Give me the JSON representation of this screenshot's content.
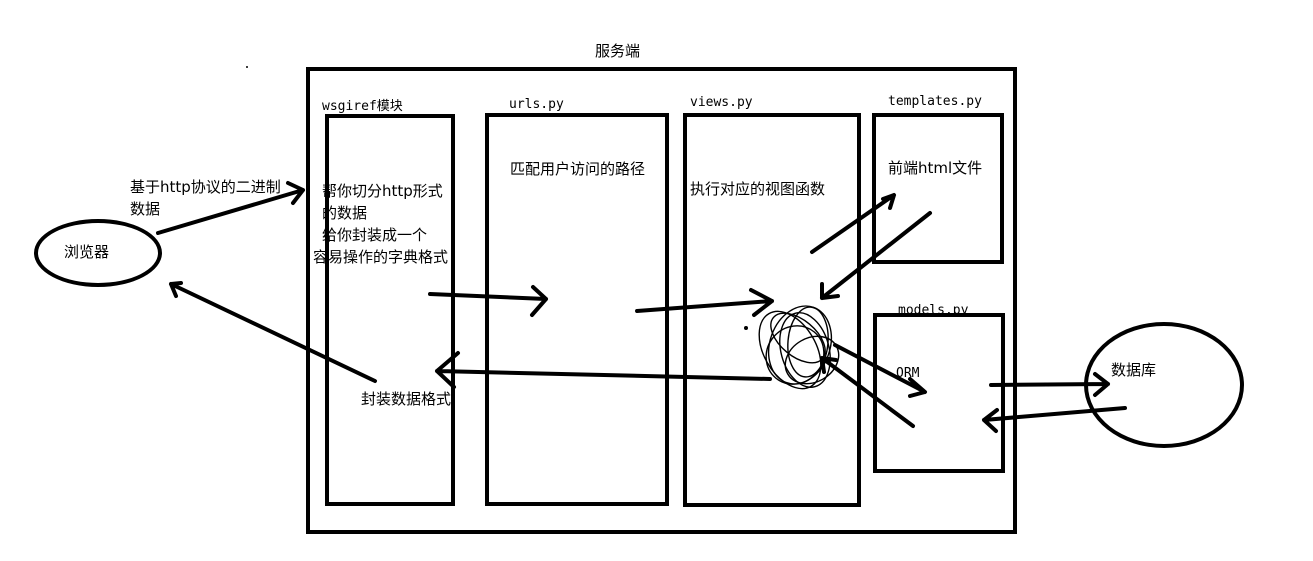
{
  "server": {
    "title": "服务端"
  },
  "browser": {
    "label": "浏览器"
  },
  "database": {
    "label": "数据库"
  },
  "request_label": {
    "line1": "基于http协议的二进制",
    "line2": "数据"
  },
  "wsgiref": {
    "title": "wsgiref模块",
    "desc": [
      "帮你切分http形式",
      "的数据",
      "给你封装成一个",
      "容易操作的字典格式"
    ],
    "pack_label": "封装数据格式"
  },
  "urls": {
    "title": "urls.py",
    "desc": "匹配用户访问的路径"
  },
  "views": {
    "title": "views.py",
    "desc": "执行对应的视图函数"
  },
  "templates": {
    "title": "templates.py",
    "desc": "前端html文件"
  },
  "models": {
    "title": "models.py",
    "desc": "ORM"
  },
  "colors": {
    "stroke": "#000000",
    "background": "#ffffff"
  }
}
